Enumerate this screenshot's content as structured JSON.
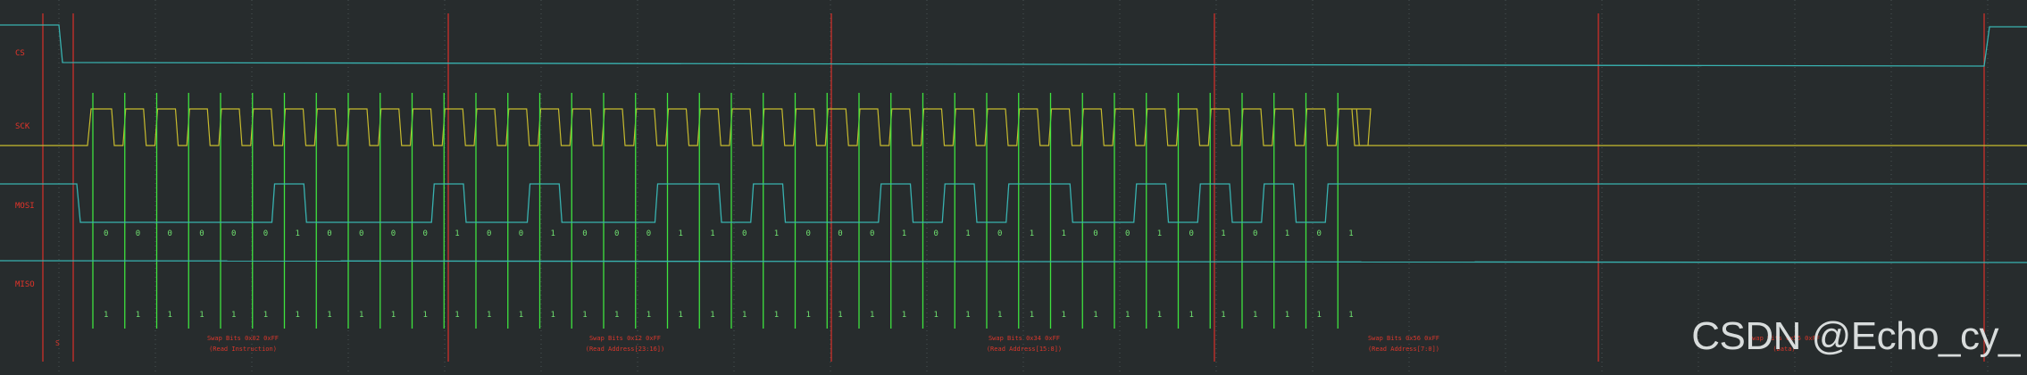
{
  "channels": [
    {
      "label": "CS",
      "color": "#38b2b0"
    },
    {
      "label": "SCK",
      "color": "#c7bb2e"
    },
    {
      "label": "MOSI",
      "color": "#38b2b0"
    },
    {
      "label": "MISO",
      "color": "#38b2b0"
    }
  ],
  "colors": {
    "background": "#272c2d",
    "grid": "#4a5253",
    "sample_line": "#3ee33e",
    "byte_marker": "#d9302a",
    "bit_text": "#6fe06f",
    "annotation": "#d8372c"
  },
  "mosi_bits": [
    0,
    0,
    0,
    0,
    0,
    0,
    1,
    0,
    0,
    0,
    0,
    1,
    0,
    0,
    1,
    0,
    0,
    0,
    1,
    1,
    0,
    1,
    0,
    0,
    0,
    1,
    0,
    1,
    0,
    1,
    1,
    0,
    0,
    1,
    0,
    1,
    0,
    1,
    0,
    1
  ],
  "miso_bits": [
    1,
    1,
    1,
    1,
    1,
    1,
    1,
    1,
    1,
    1,
    1,
    1,
    1,
    1,
    1,
    1,
    1,
    1,
    1,
    1,
    1,
    1,
    1,
    1,
    1,
    1,
    1,
    1,
    1,
    1,
    1,
    1,
    1,
    1,
    1,
    1,
    1,
    1,
    1,
    1
  ],
  "annotations": [
    {
      "line1": "Swap Bits 0x02 0xFF",
      "line2": "(Read Instruction)"
    },
    {
      "line1": "Swap Bits 0x12 0xFF",
      "line2": "(Read Address[23:16])"
    },
    {
      "line1": "Swap Bits 0x34 0xFF",
      "line2": "(Read Address[15:8])"
    },
    {
      "line1": "Swap Bits 0x56 0xFF",
      "line2": "(Read Address[7:0])"
    },
    {
      "line1": "Swap Bits 0x55 0xFF",
      "line2": "(Data)"
    }
  ],
  "corner_mark": "S",
  "watermark": "CSDN @Echo_cy_"
}
